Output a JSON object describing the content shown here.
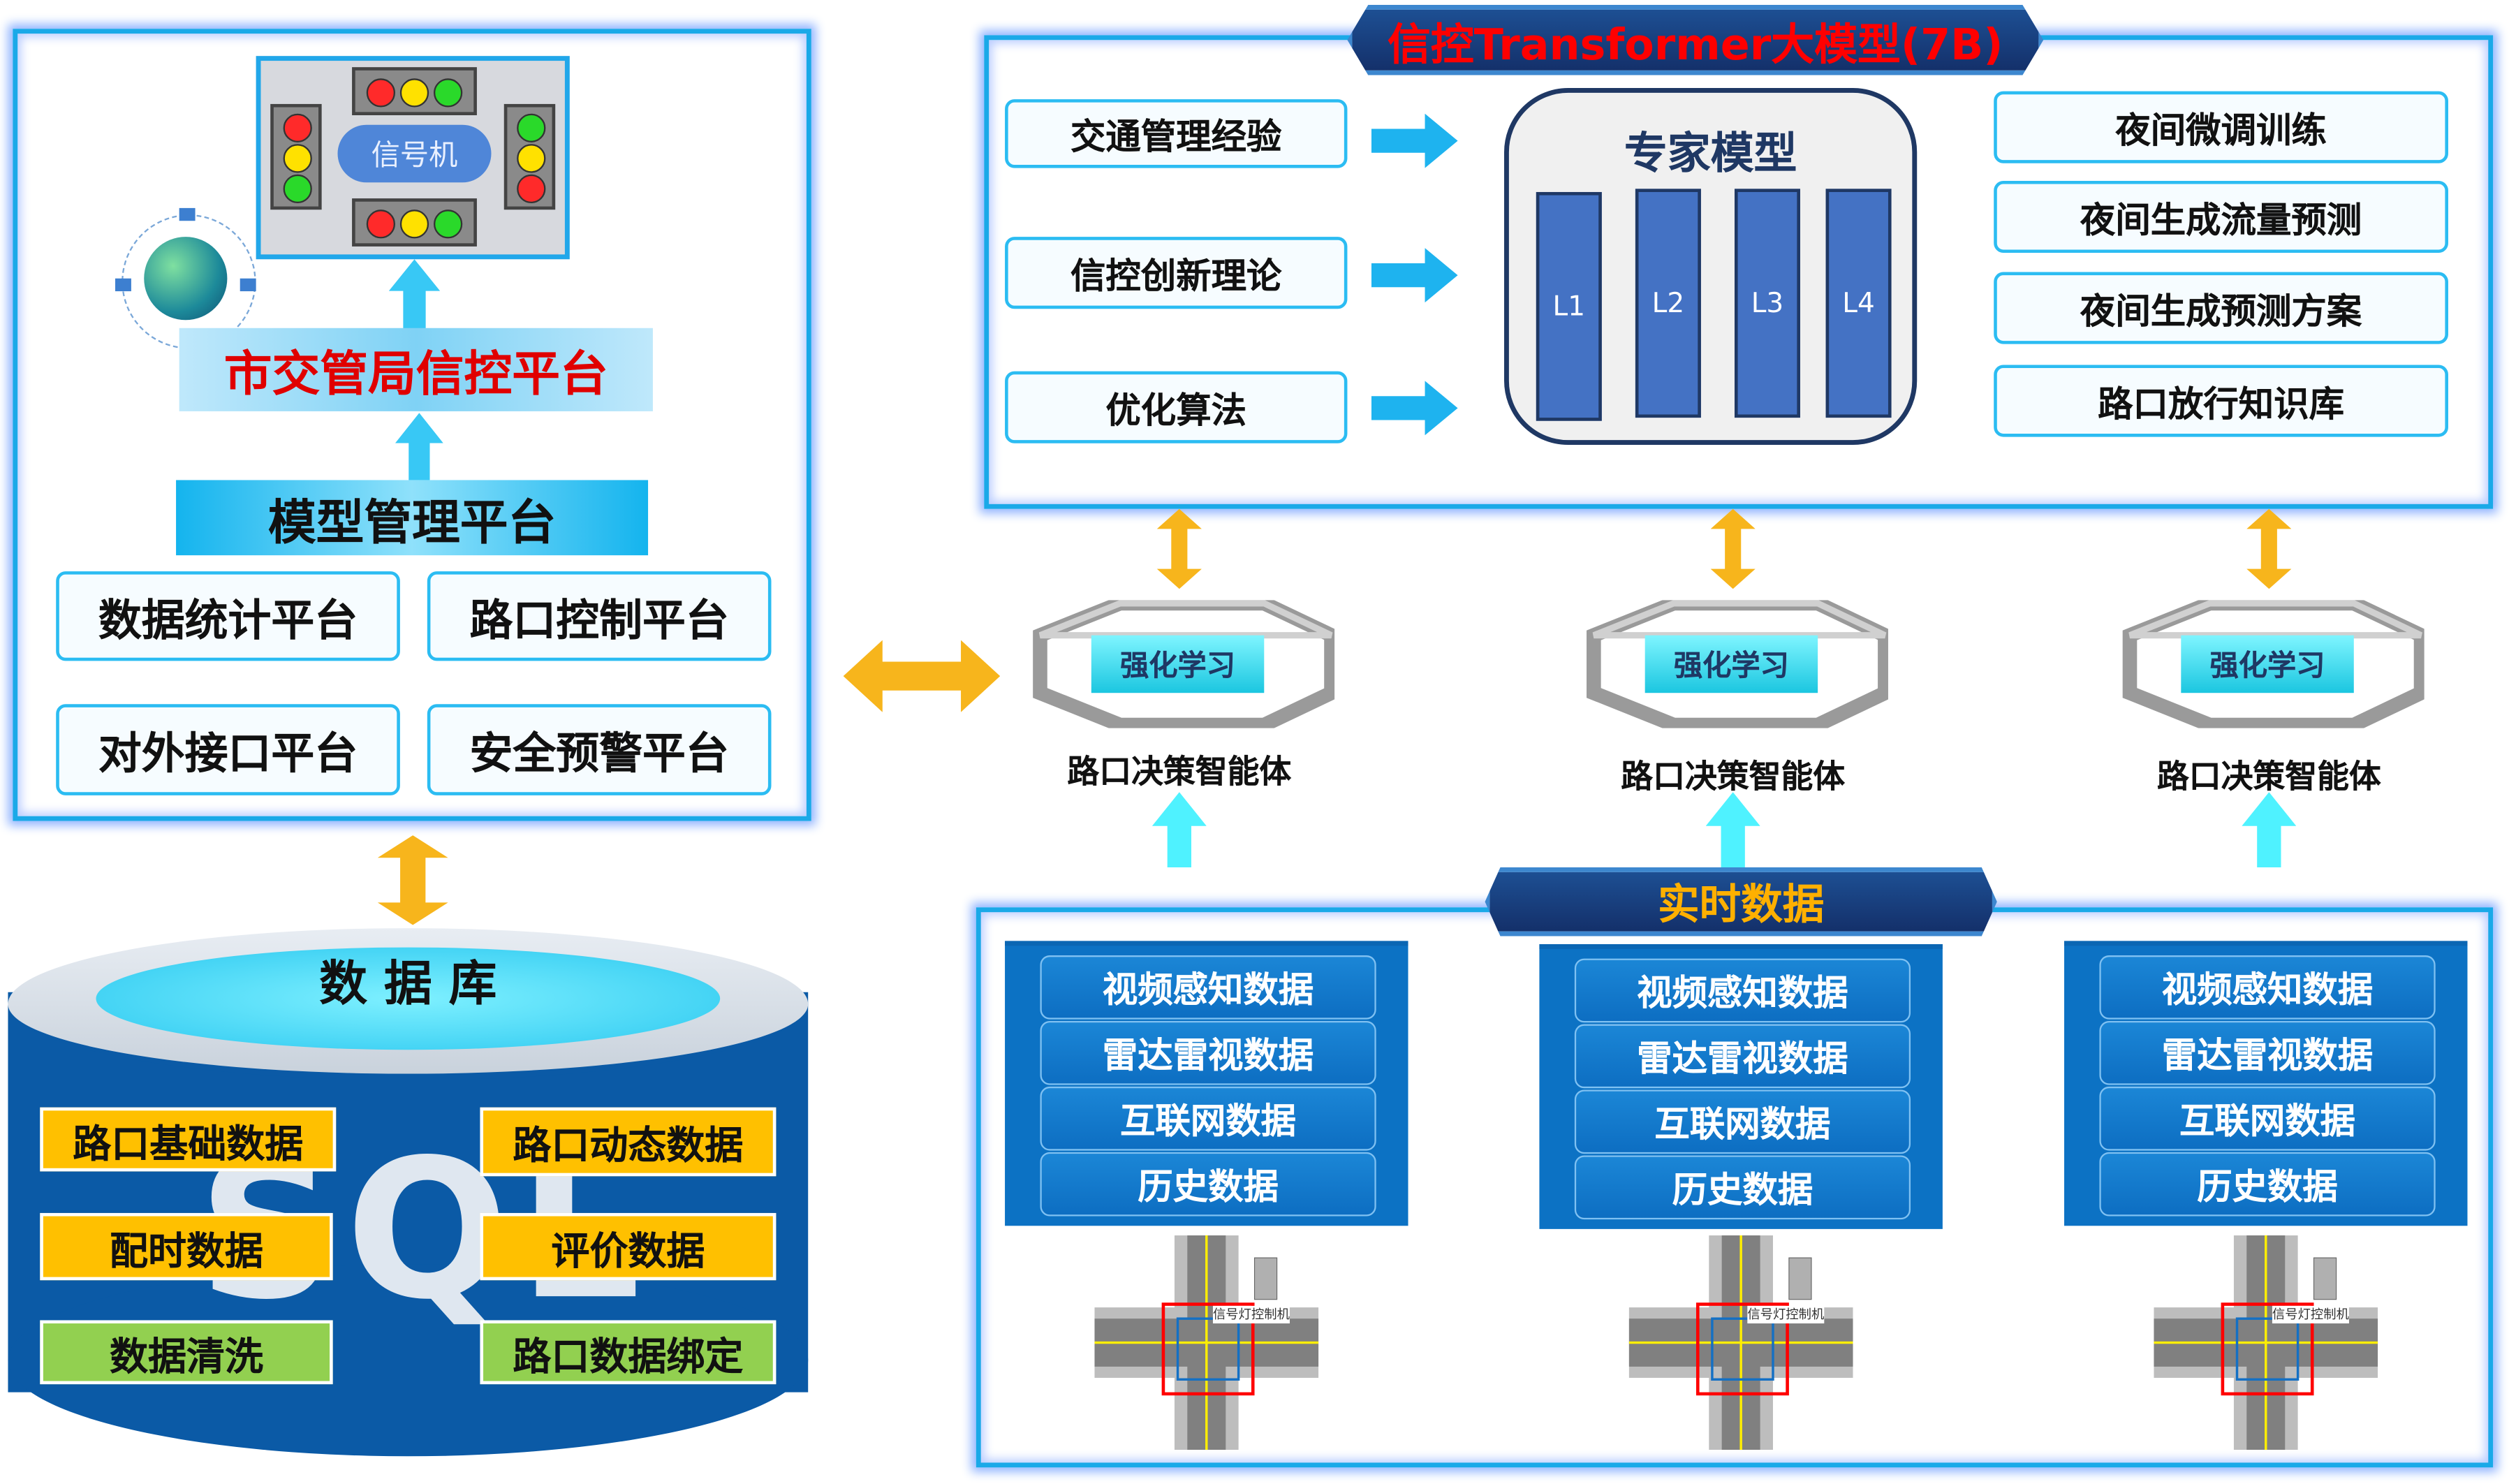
{
  "left_panel": {
    "signal_machine_label": "信号机",
    "city_platform": "市交管局信控平台",
    "model_platform": "模型管理平台",
    "platforms": [
      "数据统计平台",
      "路口控制平台",
      "对外接口平台",
      "安全预警平台"
    ]
  },
  "database": {
    "title": "数 据 库",
    "watermark": "SQL",
    "items": [
      {
        "label": "路口基础数据",
        "color": "#ffc000"
      },
      {
        "label": "路口动态数据",
        "color": "#ffc000"
      },
      {
        "label": "配时数据",
        "color": "#ffc000"
      },
      {
        "label": "评价数据",
        "color": "#ffc000"
      },
      {
        "label": "数据清洗",
        "color": "#92d050"
      },
      {
        "label": "路口数据绑定",
        "color": "#92d050"
      }
    ]
  },
  "large_model": {
    "title": "信控Transformer大模型(7B)",
    "inputs": [
      "交通管理经验",
      "信控创新理论",
      "优化算法"
    ],
    "expert_model": {
      "title": "专家模型",
      "layers": [
        "L1",
        "L2",
        "L3",
        "L4"
      ]
    },
    "outputs": [
      "夜间微调训练",
      "夜间生成流量预测",
      "夜间生成预测方案",
      "路口放行知识库"
    ]
  },
  "agents": [
    {
      "rl_label": "强化学习",
      "name": "路口决策智能体"
    },
    {
      "rl_label": "强化学习",
      "name": "路口决策智能体"
    },
    {
      "rl_label": "强化学习",
      "name": "路口决策智能体"
    }
  ],
  "realtime": {
    "title": "实时数据",
    "columns": [
      [
        "视频感知数据",
        "雷达雷视数据",
        "互联网数据",
        "历史数据"
      ],
      [
        "视频感知数据",
        "雷达雷视数据",
        "互联网数据",
        "历史数据"
      ],
      [
        "视频感知数据",
        "雷达雷视数据",
        "互联网数据",
        "历史数据"
      ]
    ],
    "intersection_label": "信号灯控制机"
  },
  "colors": {
    "title_red": "#ff0000",
    "navy": "#14306a",
    "accent_cyan": "#1eb3ef",
    "arrow_orange": "#f7b51c",
    "db_blue": "#0b5aa6"
  }
}
